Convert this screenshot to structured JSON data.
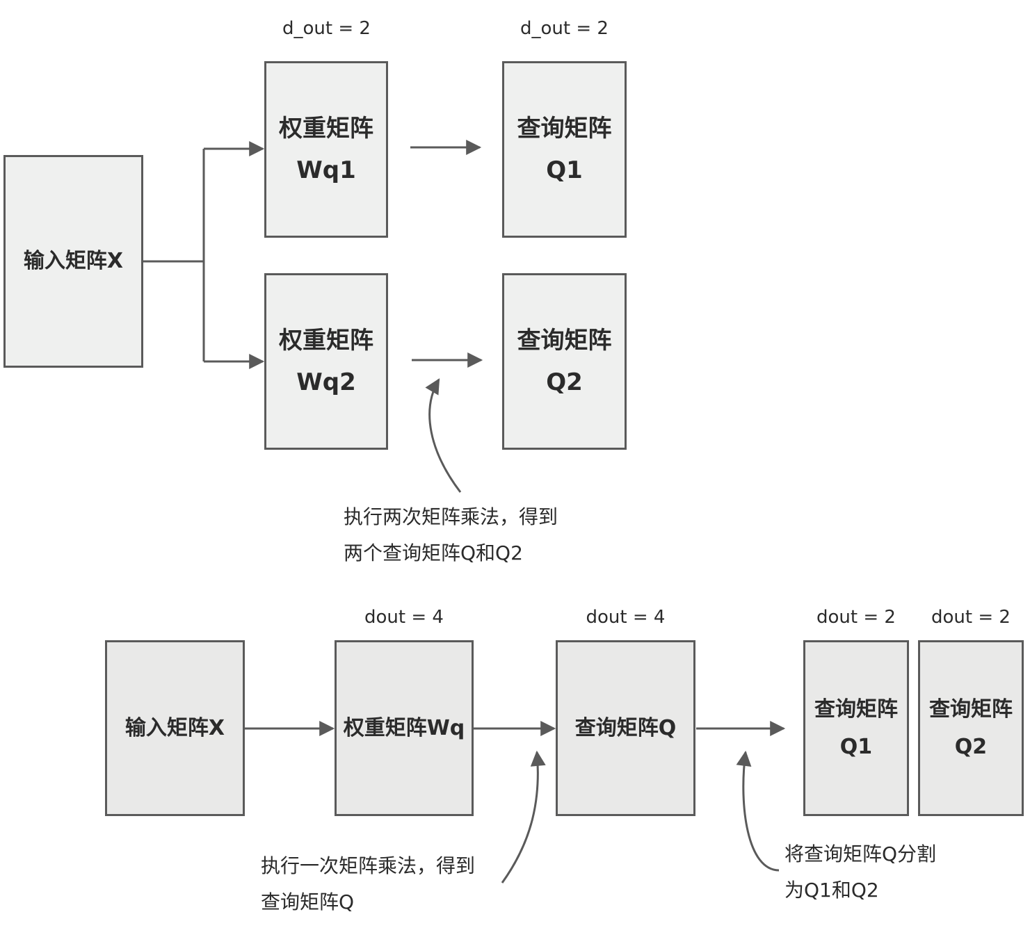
{
  "top": {
    "input": {
      "label": "输入矩阵X"
    },
    "weight1": {
      "line1": "权重矩阵",
      "line2": "Wq1",
      "dim": "d_out = 2"
    },
    "weight2": {
      "line1": "权重矩阵",
      "line2": "Wq2"
    },
    "query1": {
      "line1": "查询矩阵",
      "line2": "Q1",
      "dim": "d_out = 2"
    },
    "query2": {
      "line1": "查询矩阵",
      "line2": "Q2"
    },
    "note": {
      "line1": "执行两次矩阵乘法，得到",
      "line2": "两个查询矩阵Q和Q2"
    }
  },
  "bottom": {
    "input": {
      "label": "输入矩阵X"
    },
    "weight": {
      "label": "权重矩阵Wq",
      "dim": "dout = 4"
    },
    "query": {
      "label": "查询矩阵Q",
      "dim": "dout = 4"
    },
    "split1": {
      "line1": "查询矩阵",
      "line2": "Q1",
      "dim": "dout = 2"
    },
    "split2": {
      "line1": "查询矩阵",
      "line2": "Q2",
      "dim": "dout = 2"
    },
    "note_multiply": {
      "line1": "执行一次矩阵乘法，得到",
      "line2": "查询矩阵Q"
    },
    "note_split": {
      "line1": "将查询矩阵Q分割",
      "line2": "为Q1和Q2"
    }
  },
  "colors": {
    "stroke": "#5a5a5a",
    "box_fill": "#eff0ef",
    "text": "#2b2b2b"
  }
}
